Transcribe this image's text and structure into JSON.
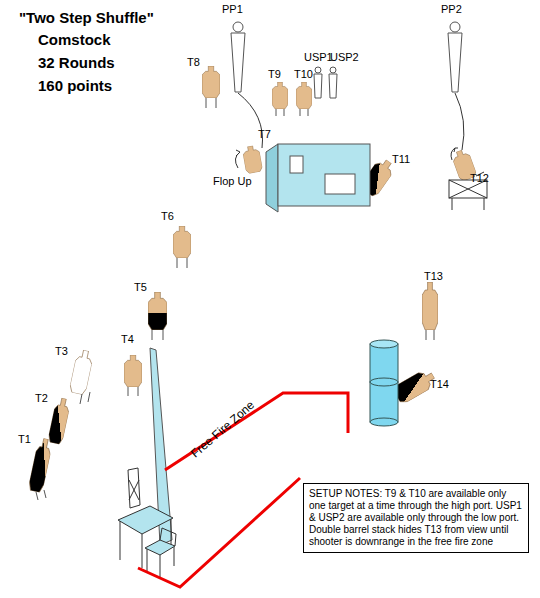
{
  "diagram": {
    "title": "\"Two Step Shuffle\"",
    "nodes": [
      {
        "text": [
          "SETUP NOTES: T9 & T10 are available only one target at a time through the high port. USP1 & USP2 are available only through the low port. Double barrel stack hides T13 from view until shooter is downrange in the free fire zone"
        ]
      },
      {
        "text": [
          "Free Fire Zone"
        ]
      }
    ],
    "labels": [
      "Comstock",
      "32 Rounds",
      "160 points",
      "PP1",
      "PP2",
      "USP1",
      "USP2",
      "T1",
      "T2",
      "T3",
      "T4",
      "T5",
      "T6",
      "T7",
      "T8",
      "T9",
      "T10",
      "T11",
      "T12",
      "T13",
      "T14",
      "Flop Up"
    ]
  }
}
